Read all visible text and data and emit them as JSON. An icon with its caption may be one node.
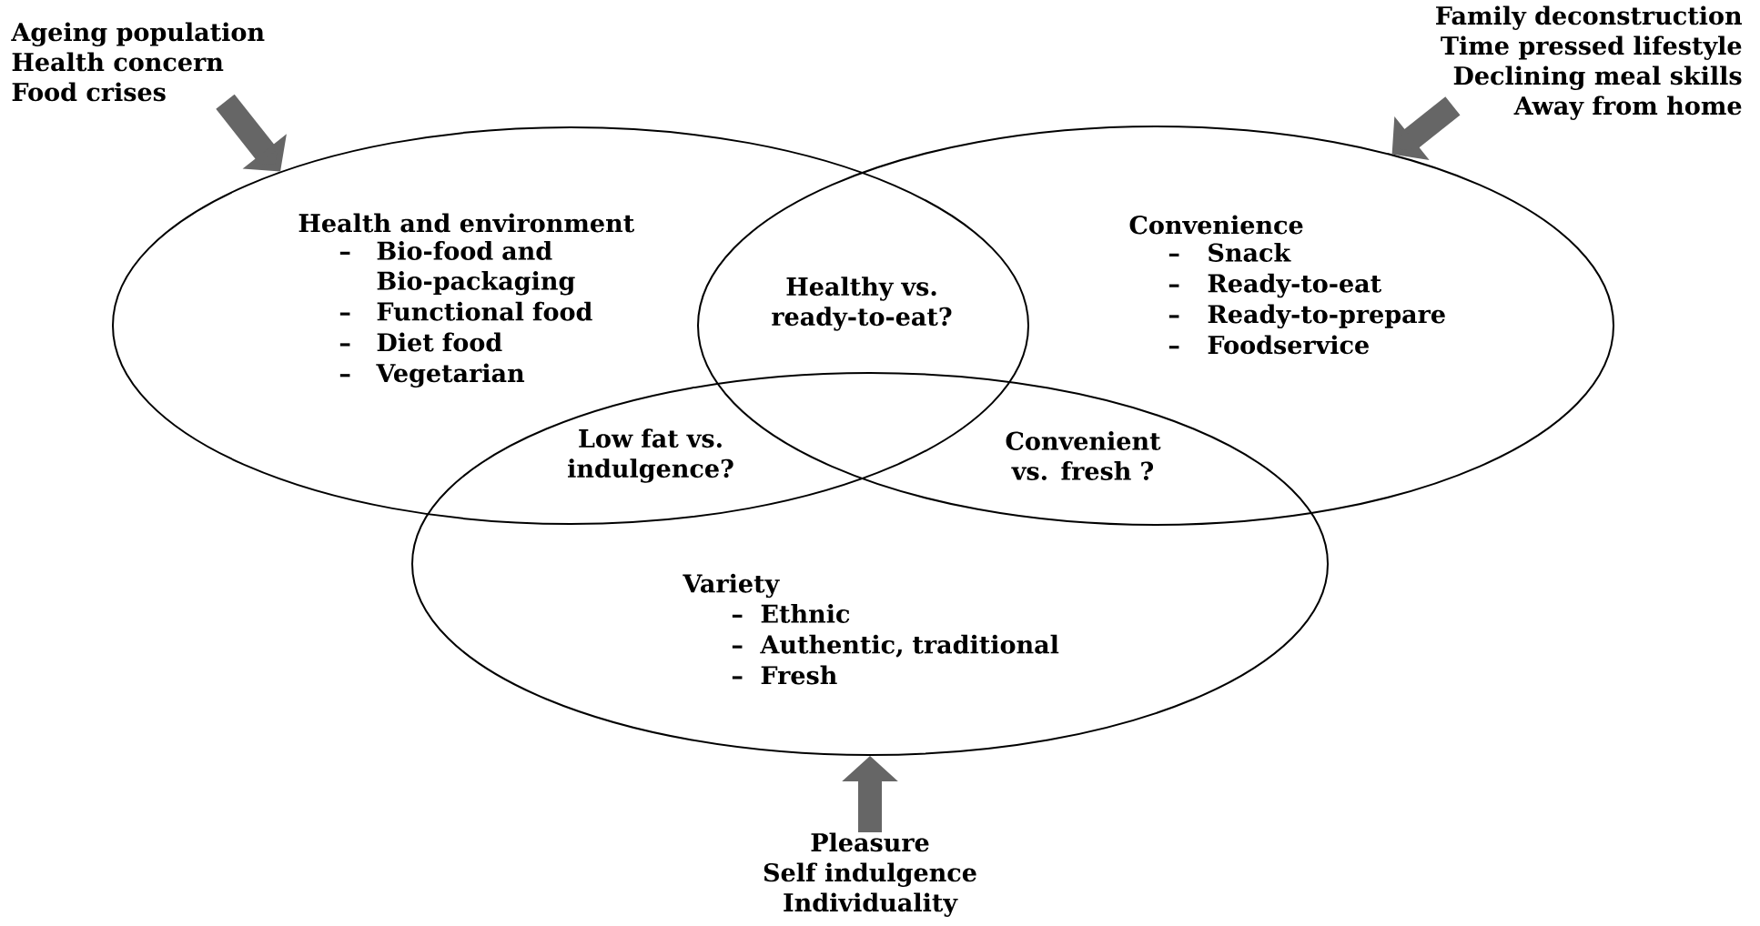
{
  "diagram": {
    "nodes": [
      {
        "text": [
          "Health and environment",
          "Bio-food and Bio-packaging",
          "Functional food",
          "Diet food",
          "Vegetarian"
        ]
      },
      {
        "text": [
          "Convenience",
          "Snack",
          "Ready-to-eat",
          "Ready-to-prepare",
          "Foodservice"
        ]
      },
      {
        "text": [
          "Variety",
          "Ethnic",
          "Authentic, traditional",
          "Fresh"
        ]
      },
      {
        "text": [
          "Ageing population",
          "Health concern",
          "Food crises"
        ]
      },
      {
        "text": [
          "Family deconstruction",
          "Time pressed lifestyle",
          "Declining meal skills",
          "Away from home"
        ]
      },
      {
        "text": [
          "Pleasure",
          "Self indulgence",
          "Individuality"
        ]
      }
    ],
    "edges": [
      {
        "from": 3,
        "to": 0,
        "arrow": "to"
      },
      {
        "from": 4,
        "to": 1,
        "arrow": "to"
      },
      {
        "from": 5,
        "to": 2,
        "arrow": "to"
      }
    ],
    "labels": [
      "Healthy vs. ready-to-eat?",
      "Low fat vs. indulgence?",
      "Convenient vs. fresh ?",
      "–",
      "–",
      "–",
      "–",
      "–",
      "–",
      "–",
      "–",
      "–",
      "–",
      "–"
    ]
  }
}
